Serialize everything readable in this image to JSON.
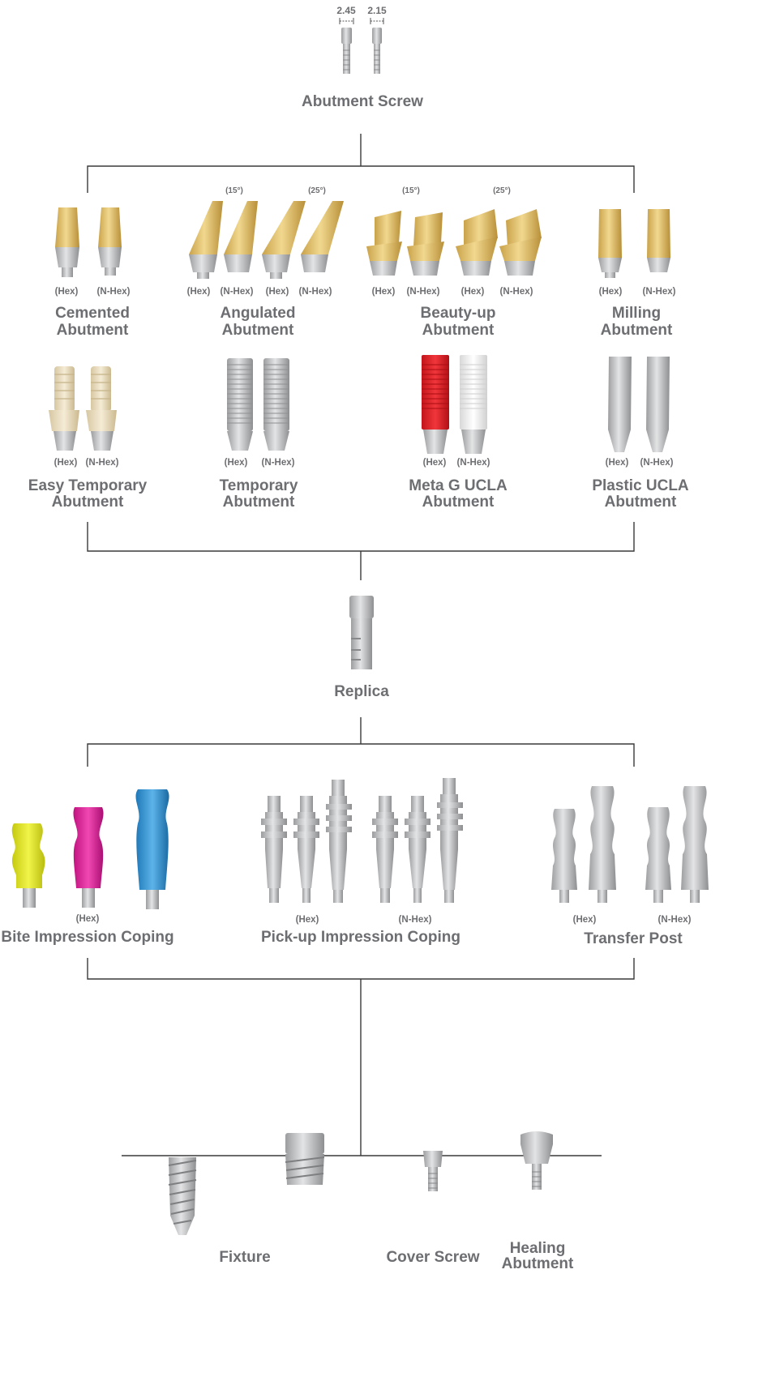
{
  "colors": {
    "line": "#3a3a3a",
    "text": "#6d6e71",
    "gold": "#d9b865",
    "silver": "#b9babb",
    "cream": "#e9dcc0",
    "red": "#e41e24",
    "white_part": "#f4f4f4",
    "yellow": "#dfe51a",
    "magenta": "#e0199a",
    "blue": "#2f92d3"
  },
  "screw": {
    "dim1": "2.45",
    "dim2": "2.15",
    "label": "Abutment Screw"
  },
  "row1": [
    {
      "name": "cemented",
      "line1": "Cemented",
      "line2": "Abutment",
      "tags": [
        "(Hex)",
        "(N-Hex)"
      ],
      "angles": []
    },
    {
      "name": "angulated",
      "line1": "Angulated",
      "line2": "Abutment",
      "tags": [
        "(Hex)",
        "(N-Hex)",
        "(Hex)",
        "(N-Hex)"
      ],
      "angles": [
        "(15°)",
        "(25°)"
      ]
    },
    {
      "name": "beauty",
      "line1": "Beauty-up",
      "line2": "Abutment",
      "tags": [
        "(Hex)",
        "(N-Hex)",
        "(Hex)",
        "(N-Hex)"
      ],
      "angles": [
        "(15°)",
        "(25°)"
      ]
    },
    {
      "name": "milling",
      "line1": "Milling",
      "line2": "Abutment",
      "tags": [
        "(Hex)",
        "(N-Hex)"
      ],
      "angles": []
    }
  ],
  "row2": [
    {
      "name": "easy-temporary",
      "line1": "Easy Temporary",
      "line2": "Abutment",
      "tags": [
        "(Hex)",
        "(N-Hex)"
      ]
    },
    {
      "name": "temporary",
      "line1": "Temporary",
      "line2": "Abutment",
      "tags": [
        "(Hex)",
        "(N-Hex)"
      ]
    },
    {
      "name": "meta-g-ucla",
      "line1": "Meta G UCLA",
      "line2": "Abutment",
      "tags": [
        "(Hex)",
        "(N-Hex)"
      ]
    },
    {
      "name": "plastic-ucla",
      "line1": "Plastic UCLA",
      "line2": "Abutment",
      "tags": [
        "(Hex)",
        "(N-Hex)"
      ]
    }
  ],
  "replica": {
    "label": "Replica"
  },
  "impression": {
    "bite": {
      "label": "Bite Impression Coping",
      "tag": "(Hex)"
    },
    "pickup": {
      "label": "Pick-up Impression Coping",
      "tags": [
        "(Hex)",
        "(N-Hex)"
      ]
    },
    "transfer": {
      "label": "Transfer Post",
      "tags": [
        "(Hex)",
        "(N-Hex)"
      ]
    }
  },
  "base": {
    "fixture": "Fixture",
    "cover": "Cover Screw",
    "healing1": "Healing",
    "healing2": "Abutment"
  }
}
